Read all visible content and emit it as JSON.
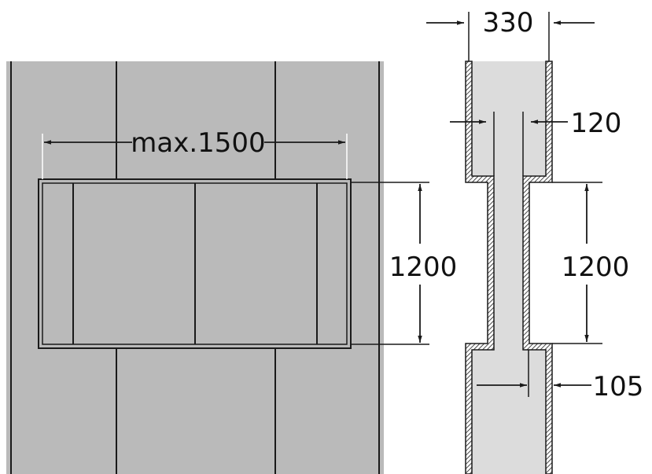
{
  "colors": {
    "panel": "#bababa",
    "section_fill": "#dcdcdc",
    "line": "#1a1a1a",
    "background": "#ffffff"
  },
  "front_view": {
    "width_label": "max.1500",
    "height_label": "1200"
  },
  "section_view": {
    "overall_width_label": "330",
    "recess_label": "120",
    "height_label": "1200",
    "wall_label": "105"
  }
}
